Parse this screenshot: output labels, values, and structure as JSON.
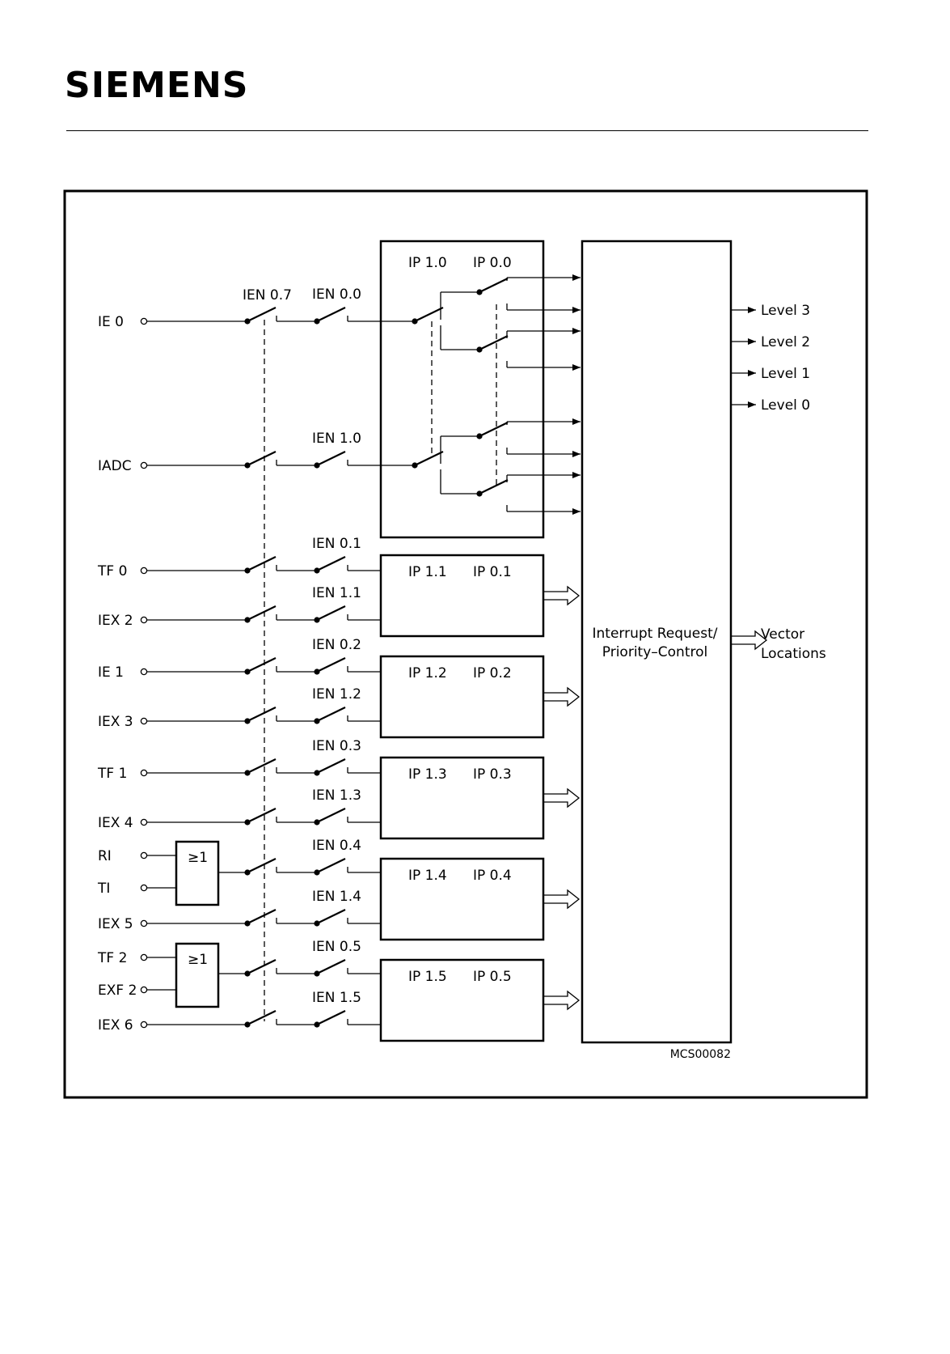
{
  "header": {
    "logo": "SIEMENS"
  },
  "diagram": {
    "inputs": [
      "IE 0",
      "IADC",
      "TF 0",
      "IEX 2",
      "IE 1",
      "IEX 3",
      "TF 1",
      "IEX 4",
      "RI",
      "TI",
      "IEX 5",
      "TF 2",
      "EXF 2",
      "IEX 6"
    ],
    "global_enable": "IEN 0.7",
    "enables": [
      "IEN 0.0",
      "IEN 1.0",
      "IEN 0.1",
      "IEN 1.1",
      "IEN 0.2",
      "IEN 1.2",
      "IEN 0.3",
      "IEN 1.3",
      "IEN 0.4",
      "IEN 1.4",
      "IEN 0.5",
      "IEN 1.5"
    ],
    "priority_bits": [
      [
        "IP 1.0",
        "IP 0.0"
      ],
      [
        "IP 1.1",
        "IP 0.1"
      ],
      [
        "IP 1.2",
        "IP 0.2"
      ],
      [
        "IP 1.3",
        "IP 0.3"
      ],
      [
        "IP 1.4",
        "IP 0.4"
      ],
      [
        "IP 1.5",
        "IP 0.5"
      ]
    ],
    "or_gate_label": "≥1",
    "control_block": [
      "Interrupt Request/",
      "Priority–Control"
    ],
    "levels": [
      "Level 3",
      "Level 2",
      "Level 1",
      "Level 0"
    ],
    "vector": [
      "Vector",
      "Locations"
    ],
    "figure_code": "MCS00082"
  }
}
